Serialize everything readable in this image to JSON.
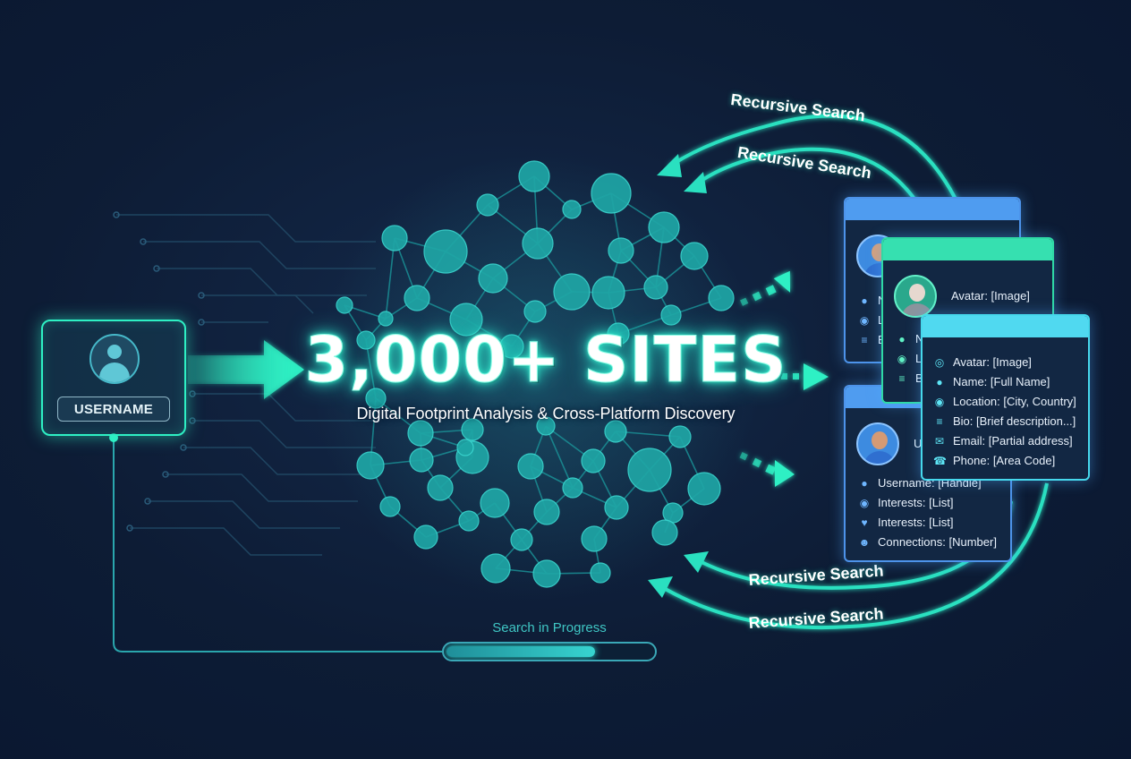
{
  "input_node": {
    "label": "USERNAME"
  },
  "title": "3,000+ SITES",
  "subtitle": "Digital Footprint Analysis & Cross-Platform Discovery",
  "recursive_labels": [
    "Recursive Search",
    "Recursive Search",
    "Recursive Search",
    "Recursive Search"
  ],
  "progress": {
    "label": "Search in Progress",
    "fraction": 0.72
  },
  "cards": {
    "back_top": {
      "rows": [
        "N",
        "L",
        "B"
      ]
    },
    "middle": {
      "avatar_label": "Avatar: [Image]",
      "rows": [
        "N",
        "Lo",
        "Bi"
      ]
    },
    "back_bottom": {
      "header_fragment": "U",
      "rows": [
        "Username: [Handle]",
        "Interests: [List]",
        "Interests: [List]",
        "Connections: [Number]"
      ]
    },
    "front": {
      "rows": [
        "Avatar: [Image]",
        "Name: [Full Name]",
        "Location: [City, Country]",
        "Bio: [Brief description...]",
        "Email: [Partial address]",
        "Phone: [Area Code]"
      ]
    }
  },
  "icons": [
    "user-icon",
    "location-pin-icon",
    "bio-lines-icon",
    "email-icon",
    "phone-icon",
    "heart-icon",
    "connections-icon"
  ],
  "colors": {
    "accent": "#2ef0c4",
    "node": "#1fa8a8",
    "card_blue": "#4f9cf0",
    "card_green": "#36e0b0",
    "card_cyan": "#50d9f0",
    "background": "#0d1c35"
  }
}
